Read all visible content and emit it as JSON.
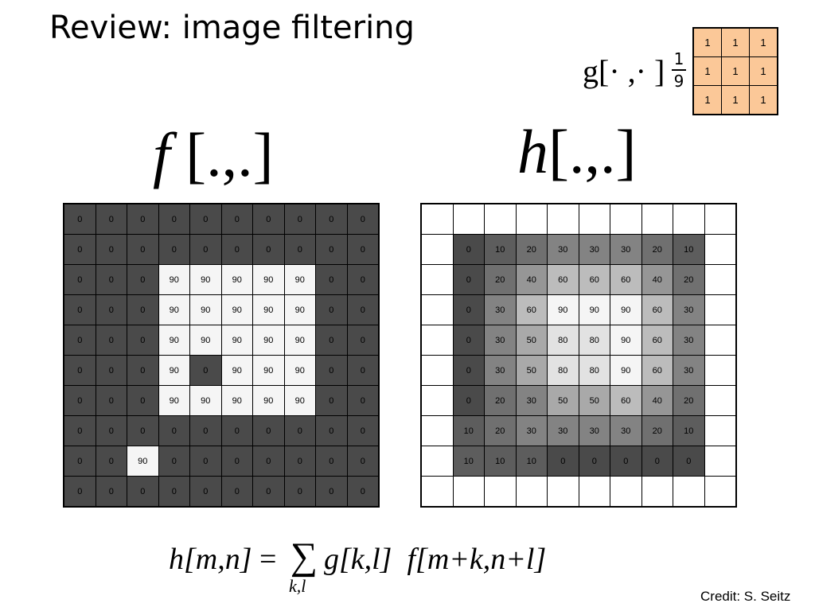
{
  "slide": {
    "title": "Review: image filtering",
    "kernel_label": "g[· ,· ]",
    "kernel_fraction": {
      "numerator": "1",
      "denominator": "9"
    },
    "kernel": [
      [
        "1",
        "1",
        "1"
      ],
      [
        "1",
        "1",
        "1"
      ],
      [
        "1",
        "1",
        "1"
      ]
    ],
    "kernel_color": "#fbc898",
    "input_label": {
      "fn": "f",
      "args": "[.,.]"
    },
    "output_label": {
      "fn": "h",
      "args": "[.,.]"
    },
    "input_grid": [
      [
        "0",
        "0",
        "0",
        "0",
        "0",
        "0",
        "0",
        "0",
        "0",
        "0"
      ],
      [
        "0",
        "0",
        "0",
        "0",
        "0",
        "0",
        "0",
        "0",
        "0",
        "0"
      ],
      [
        "0",
        "0",
        "0",
        "90",
        "90",
        "90",
        "90",
        "90",
        "0",
        "0"
      ],
      [
        "0",
        "0",
        "0",
        "90",
        "90",
        "90",
        "90",
        "90",
        "0",
        "0"
      ],
      [
        "0",
        "0",
        "0",
        "90",
        "90",
        "90",
        "90",
        "90",
        "0",
        "0"
      ],
      [
        "0",
        "0",
        "0",
        "90",
        "0",
        "90",
        "90",
        "90",
        "0",
        "0"
      ],
      [
        "0",
        "0",
        "0",
        "90",
        "90",
        "90",
        "90",
        "90",
        "0",
        "0"
      ],
      [
        "0",
        "0",
        "0",
        "0",
        "0",
        "0",
        "0",
        "0",
        "0",
        "0"
      ],
      [
        "0",
        "0",
        "90",
        "0",
        "0",
        "0",
        "0",
        "0",
        "0",
        "0"
      ],
      [
        "0",
        "0",
        "0",
        "0",
        "0",
        "0",
        "0",
        "0",
        "0",
        "0"
      ]
    ],
    "output_grid": [
      [
        "",
        "",
        "",
        "",
        "",
        "",
        "",
        "",
        "",
        ""
      ],
      [
        "",
        "0",
        "10",
        "20",
        "30",
        "30",
        "30",
        "20",
        "10",
        ""
      ],
      [
        "",
        "0",
        "20",
        "40",
        "60",
        "60",
        "60",
        "40",
        "20",
        ""
      ],
      [
        "",
        "0",
        "30",
        "60",
        "90",
        "90",
        "90",
        "60",
        "30",
        ""
      ],
      [
        "",
        "0",
        "30",
        "50",
        "80",
        "80",
        "90",
        "60",
        "30",
        ""
      ],
      [
        "",
        "0",
        "30",
        "50",
        "80",
        "80",
        "90",
        "60",
        "30",
        ""
      ],
      [
        "",
        "0",
        "20",
        "30",
        "50",
        "50",
        "60",
        "40",
        "20",
        ""
      ],
      [
        "",
        "10",
        "20",
        "30",
        "30",
        "30",
        "30",
        "20",
        "10",
        ""
      ],
      [
        "",
        "10",
        "10",
        "10",
        "0",
        "0",
        "0",
        "0",
        "0",
        ""
      ],
      [
        "",
        "",
        "",
        "",
        "",
        "",
        "",
        "",
        "",
        ""
      ]
    ],
    "formula": {
      "lhs": "h[m,n]",
      "equals": "=",
      "sigma": "∑",
      "sum_index": "k,l",
      "g_term": "g[k,l]",
      "f_term": "f[m+k,n+l]"
    },
    "credit": "Credit: S. Seitz"
  }
}
